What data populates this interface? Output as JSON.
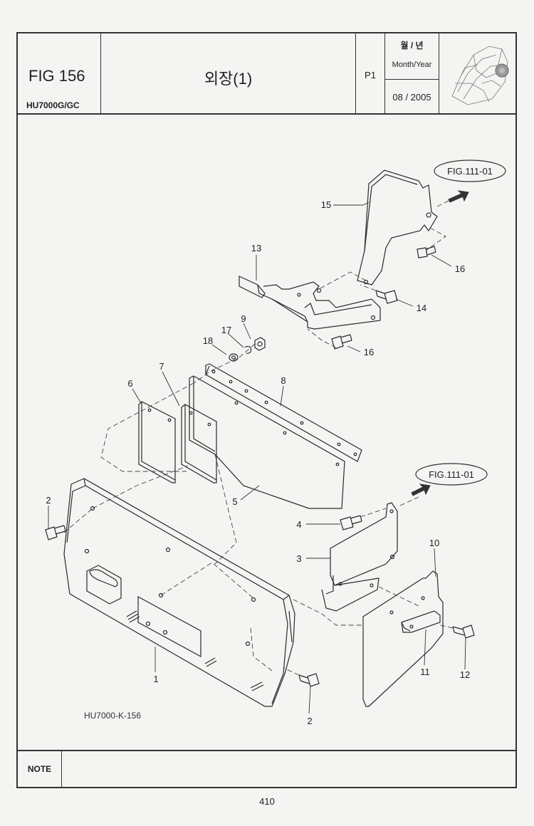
{
  "header": {
    "fig_number": "FIG 156",
    "model": "HU7000G/GC",
    "title": "외장(1)",
    "page_code": "P1",
    "month_year_korean": "월 / 년",
    "month_year_label": "Month/Year",
    "date": "08 / 2005"
  },
  "diagram": {
    "drawing_id": "HU7000-K-156",
    "fig_refs": [
      "FIG.111-01",
      "FIG.111-01"
    ],
    "callouts": {
      "c1": "1",
      "c2a": "2",
      "c2b": "2",
      "c3": "3",
      "c4": "4",
      "c5": "5",
      "c6": "6",
      "c7": "7",
      "c8": "8",
      "c9": "9",
      "c10": "10",
      "c11": "11",
      "c12": "12",
      "c13": "13",
      "c14": "14",
      "c15": "15",
      "c16a": "16",
      "c16b": "16",
      "c17": "17",
      "c18": "18"
    }
  },
  "footer": {
    "note_label": "NOTE",
    "note_text": "",
    "page_number": "410"
  }
}
